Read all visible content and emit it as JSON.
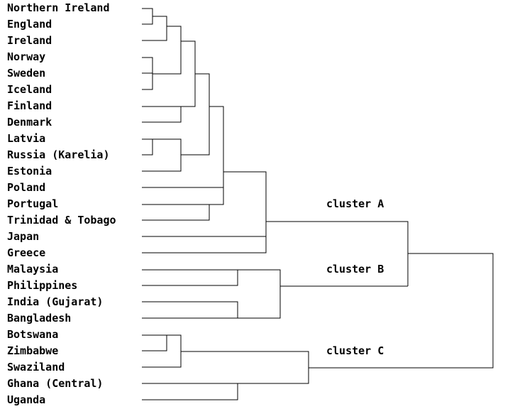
{
  "leaves": [
    "Northern Ireland",
    "England",
    "Ireland",
    "Norway",
    "Sweden",
    "Iceland",
    "Finland",
    "Denmark",
    "Latvia",
    "Russia (Karelia)",
    "Estonia",
    "Poland",
    "Portugal",
    "Trinidad & Tobago",
    "Japan",
    "Greece",
    "Malaysia",
    "Philippines",
    "India (Gujarat)",
    "Bangladesh",
    "Botswana",
    "Zimbabwe",
    "Swaziland",
    "Ghana (Central)",
    "Uganda"
  ],
  "clusters": {
    "a": "cluster A",
    "b": "cluster B",
    "c": "cluster C"
  },
  "colors": {
    "line": "#000000",
    "text": "#000000",
    "background": "#ffffff"
  }
}
